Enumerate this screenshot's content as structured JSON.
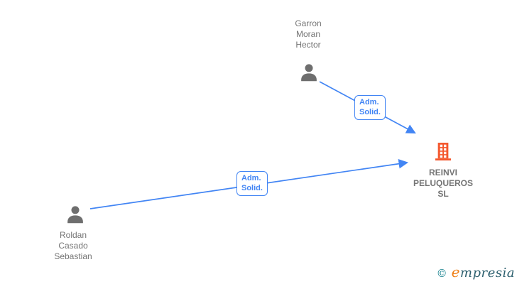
{
  "colors": {
    "accent_blue": "#4285f4",
    "icon_gray": "#6e6e6e",
    "text_gray": "#757575",
    "company_orange": "#f4582e",
    "logo_teal": "#15808d",
    "logo_dark": "#2c5f6e",
    "logo_orange": "#ef8018",
    "background": "#ffffff"
  },
  "diagram": {
    "nodes": [
      {
        "id": "garron-moran-hector",
        "type": "person",
        "label": "Garron\nMoran\nHector"
      },
      {
        "id": "roldan-casado-sebastian",
        "type": "person",
        "label": "Roldan\nCasado\nSebastian"
      },
      {
        "id": "reinvi-peluqueros-sl",
        "type": "company",
        "label": "REINVI\nPELUQUEROS\nSL"
      }
    ],
    "edges": [
      {
        "from": "garron-moran-hector",
        "to": "reinvi-peluqueros-sl",
        "label": "Adm.\nSolid."
      },
      {
        "from": "roldan-casado-sebastian",
        "to": "reinvi-peluqueros-sl",
        "label": "Adm.\nSolid."
      }
    ]
  },
  "footer": {
    "copyright_symbol": "©",
    "brand_prefix": "e",
    "brand_suffix": "mpresia"
  }
}
